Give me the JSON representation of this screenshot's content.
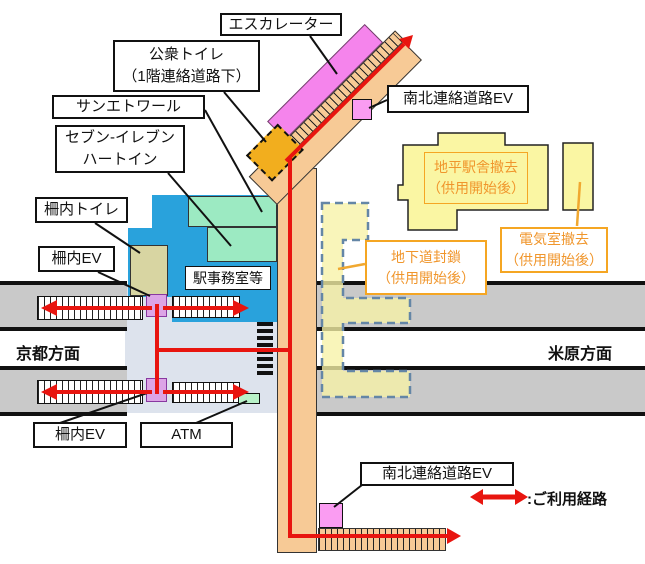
{
  "labels": {
    "escalator": "エスカレーター",
    "public_toilet_line1": "公衆トイレ",
    "public_toilet_line2": "（1階連絡道路下）",
    "sun_etoile": "サンエトワール",
    "seven_eleven_line1": "セブン-イレブン",
    "seven_eleven_line2": "ハートイン",
    "inside_gate_toilet": "柵内トイレ",
    "inside_gate_ev_upper": "柵内EV",
    "station_office": "駅事務室等",
    "north_south_road_ev_top": "南北連絡道路EV",
    "inside_gate_ev_lower": "柵内EV",
    "atm": "ATM",
    "north_south_road_ev_bottom": "南北連絡道路EV"
  },
  "notes": {
    "ground_station_line1": "地平駅舎撤去",
    "ground_station_line2": "（供用開始後）",
    "underpass_line1": "地下道封鎖",
    "underpass_line2": "（供用開始後）",
    "electric_room_line1": "電気室撤去",
    "electric_room_line2": "（供用開始後）"
  },
  "directions": {
    "kyoto": "京都方面",
    "maibara": "米原方面"
  },
  "legend": {
    "route_label": ":ご利用経路"
  },
  "colors": {
    "route_red": "#E8150F",
    "corridor_peach": "#F7CA96",
    "escalator_pink": "#F584EC",
    "public_toilet_orange": "#F2AE1E",
    "removal_yellow": "#FAF6A3",
    "note_orange": "#F0962C",
    "station_blue": "#29A2DC",
    "shop_mint": "#9CEAC2",
    "toilet_beige": "#D8D5A2",
    "concourse_lavender": "#DDE3ED",
    "platform_gray": "#C9C9C9",
    "ev_violet": "#DCA4E6",
    "ev_pink": "#FA9CF2",
    "atm_green": "#B8F2C8",
    "closure_dash_blue": "#6486A6"
  }
}
